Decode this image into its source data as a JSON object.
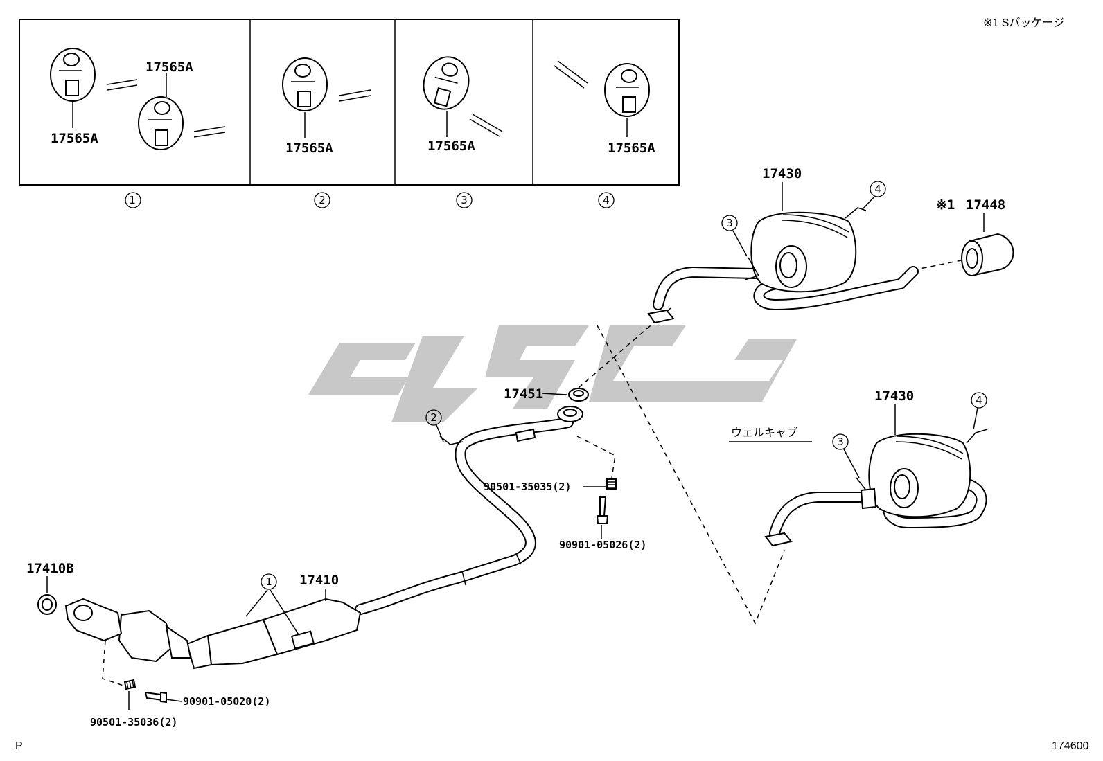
{
  "header": {
    "package_note": "※1 Sパッケージ"
  },
  "hanger_panels": [
    {
      "index": "1",
      "labels": [
        "17565A",
        "17565A"
      ]
    },
    {
      "index": "2",
      "labels": [
        "17565A"
      ]
    },
    {
      "index": "3",
      "labels": [
        "17565A"
      ]
    },
    {
      "index": "4",
      "labels": [
        "17565A"
      ]
    }
  ],
  "parts": {
    "front_pipe": "17410",
    "front_gasket": "17410B",
    "tail_pipe_upper": "17430",
    "tail_pipe_lower": "17430",
    "tip_prefix": "※1",
    "tip": "17448",
    "gasket_mid": "17451",
    "spring_mid": "90501-35035(2)",
    "bolt_mid": "90901-05026(2)",
    "bolt_front": "90901-05020(2)",
    "spring_front": "90501-35036(2)"
  },
  "callouts": {
    "c1": "1",
    "c2": "2",
    "c3_upper": "3",
    "c4_upper": "4",
    "c3_lower": "3",
    "c4_lower": "4"
  },
  "variant_label": "ウェルキャブ",
  "footer": {
    "left": "P",
    "right": "174600"
  }
}
